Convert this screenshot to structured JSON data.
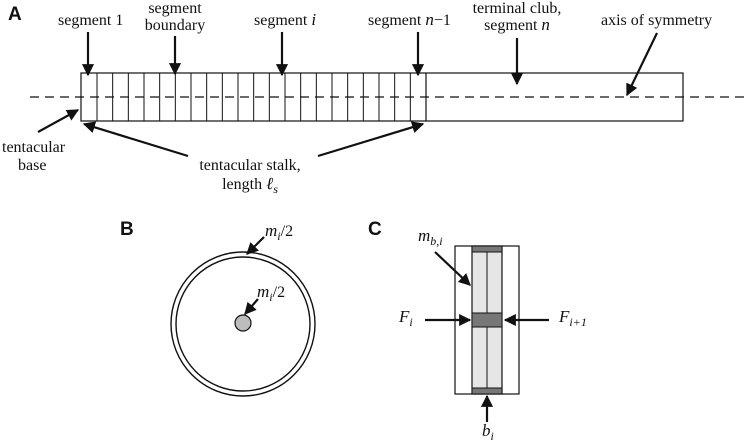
{
  "panels": {
    "a": "A",
    "b": "B",
    "c": "C"
  },
  "labels": {
    "segment_1": "segment 1",
    "segment_boundary_line1": "segment",
    "segment_boundary_line2": "boundary",
    "segment_i_prefix": "segment",
    "segment_i_var": "i",
    "segment_n1_prefix": "segment",
    "segment_n1_var": "n",
    "segment_n1_suffix": "−1",
    "terminal_line1": "terminal club,",
    "terminal_line2_prefix": "segment",
    "terminal_line2_var": "n",
    "axis_of_symmetry": "axis of symmetry",
    "tentacular_base_line1": "tentacular",
    "tentacular_base_line2": "base",
    "stalk_line1": "tentacular stalk,",
    "stalk_line2_prefix": "length",
    "stalk_line2_var": "ℓ",
    "stalk_line2_sub": "s"
  },
  "math": {
    "m_outer": "m",
    "m_outer_sub": "i",
    "m_outer_suffix": "/2",
    "m_center": "m",
    "m_center_sub": "i",
    "m_center_suffix": "/2",
    "mb": "m",
    "mb_sub": "b,i",
    "F_left": "F",
    "F_left_sub": "i",
    "F_right": "F",
    "F_right_sub": "i+1",
    "b": "b",
    "b_sub": "i"
  },
  "colors": {
    "ink": "#111111",
    "segment_fill": "#e6e6e6",
    "dark_fill": "#777777",
    "mass_fill": "#bdbdbd"
  }
}
